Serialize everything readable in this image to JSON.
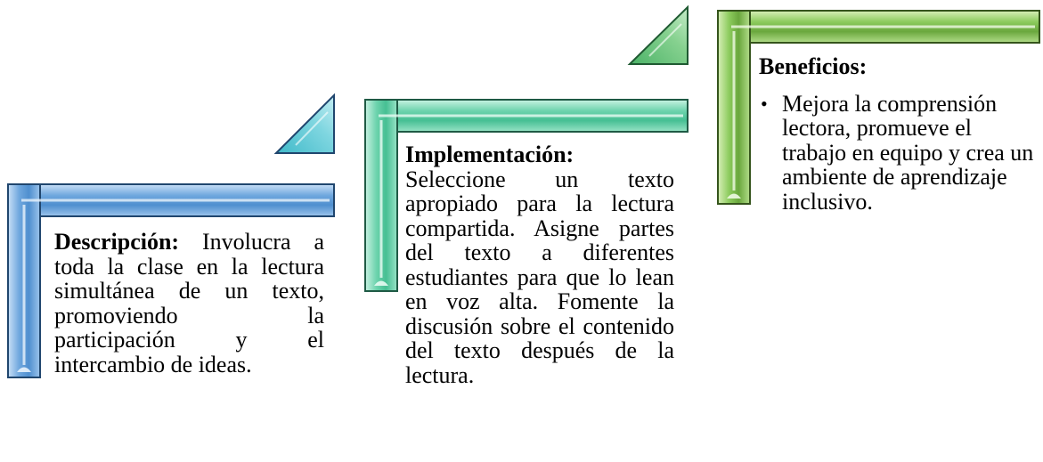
{
  "steps": [
    {
      "heading": "Descripción:",
      "body": " Involucra a toda la clase en la lectura simultánea de un texto, promoviendo la participación y el intercambio de ideas.",
      "color": "#5b9bd5"
    },
    {
      "heading": "Implementación:",
      "body": "Seleccione un texto apropiado para la lectura compartida. Asigne partes del texto a diferentes estudiantes para que lo lean en voz alta. Fomente la discusión sobre el contenido del texto después de la lectura.",
      "color": "#52c49a"
    },
    {
      "heading": "Beneficios:",
      "bullets": [
        "Mejora la comprensión lectora, promueve el trabajo en equipo y crea un ambiente de aprendizaje inclusivo."
      ],
      "color": "#70ad47"
    }
  ]
}
